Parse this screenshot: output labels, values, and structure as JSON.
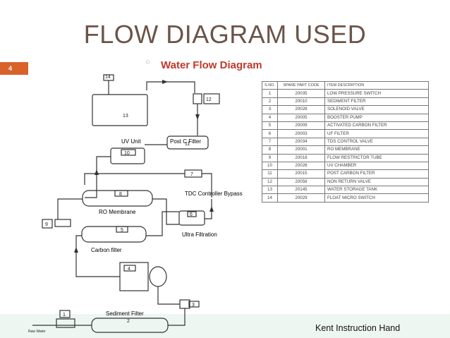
{
  "slide": {
    "title": "FLOW DIAGRAM USED",
    "page_number": "4",
    "footer": "Kent Instruction Hand"
  },
  "diagram": {
    "title": "Water Flow Diagram",
    "labels": {
      "uv_unit": "UV Unit",
      "post_c_filter": "Post C Filter",
      "tdc_bypass": "TDC Controller Bypass",
      "ro_membrane": "RO Membrane",
      "ultra_filtration": "Ultra Filtration",
      "carbon_filter": "Carbon filter",
      "sediment_filter": "Sediment Filter",
      "raw_water": "Raw Water"
    },
    "components": {
      "n14": "14",
      "n13": "13",
      "n12": "12",
      "n11": "11",
      "n10": "10",
      "n9": "9",
      "n8": "8",
      "n7": "7",
      "n6": "6",
      "n5": "5",
      "n4": "4",
      "n3": "3",
      "n2": "2",
      "n1": "1"
    }
  },
  "parts_table": {
    "headers": [
      "S.NO.",
      "SPARE PART CODE",
      "ITEM DESCRIPTION"
    ],
    "rows": [
      [
        "1",
        "20035",
        "LOW PRESSURE SWITCH"
      ],
      [
        "2",
        "20010",
        "SEDIMENT FILTER"
      ],
      [
        "3",
        "20028",
        "SOLENOID VALVE"
      ],
      [
        "4",
        "20005",
        "BOOSTER PUMP"
      ],
      [
        "5",
        "20009",
        "ACTIVATED CARBON FILTER"
      ],
      [
        "6",
        "20003",
        "UF FILTER"
      ],
      [
        "7",
        "20034",
        "TDS CONTROL VALVE"
      ],
      [
        "8",
        "20001",
        "RO MEMBRANE"
      ],
      [
        "9",
        "20018",
        "FLOW RESTRICTOR TUBE"
      ],
      [
        "10",
        "20026",
        "UV CHAMBER"
      ],
      [
        "11",
        "20015",
        "POST CARBON FILTER"
      ],
      [
        "12",
        "20058",
        "NON RETURN VALVE"
      ],
      [
        "13",
        "20145",
        "WATER STORAGE TANK"
      ],
      [
        "14",
        "20029",
        "FLOAT MICRO SWITCH"
      ]
    ]
  },
  "colors": {
    "title": "#6b5448",
    "badge": "#d9622b",
    "diagram_title": "#c0392b",
    "line": "#333333"
  }
}
